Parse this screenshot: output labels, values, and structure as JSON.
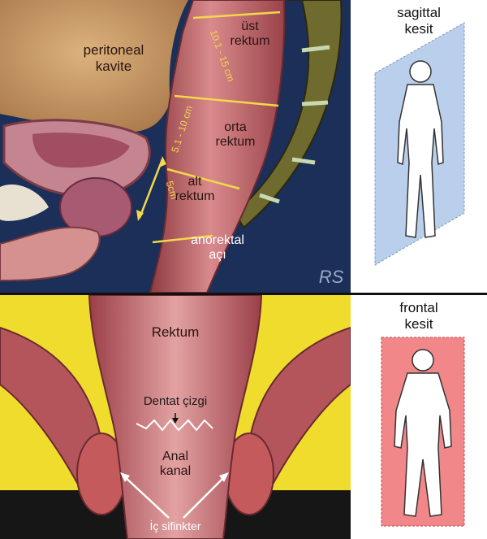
{
  "sagittal_panel": {
    "peritoneal_line1": "peritoneal",
    "peritoneal_line2": "kavite",
    "upper_line1": "üst",
    "upper_line2": "rektum",
    "upper_distance": "10.1 - 15 cm",
    "middle_line1": "orta",
    "middle_line2": "rektum",
    "middle_distance": "5.1 - 10 cm",
    "lower_line1": "alt",
    "lower_line2": "rektum",
    "lower_distance": "5cm",
    "anorectal_line1": "anorektal",
    "anorectal_line2": "açı",
    "signature": "RS"
  },
  "frontal_panel": {
    "rectum": "Rektum",
    "dentate": "Dentat çizgi",
    "anal_line1": "Anal",
    "anal_line2": "kanal",
    "sphincter": "İç sifinkter"
  },
  "sagittal_icon": {
    "line1": "sagittal",
    "line2": "kesit",
    "plane_color": "#b9cfec"
  },
  "frontal_icon": {
    "line1": "frontal",
    "line2": "kesit",
    "plane_color": "#f2878a"
  },
  "colors": {
    "navy": "#1b2f58",
    "rectum": "#c97276",
    "peritoneum": "#cfa26c",
    "fat": "#f0dc2c",
    "boundary": "#f2d84a"
  }
}
